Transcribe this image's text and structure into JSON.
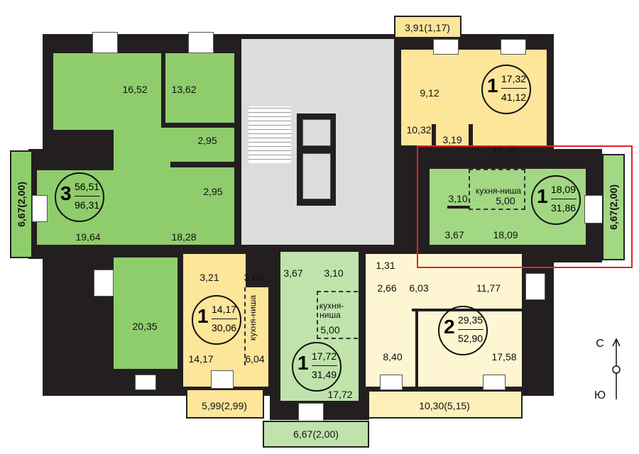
{
  "apartments": [
    {
      "rooms": "3",
      "living": "56,51",
      "total": "96,31"
    },
    {
      "rooms": "1",
      "living": "17,32",
      "total": "41,12"
    },
    {
      "rooms": "1",
      "living": "18,09",
      "total": "31,86"
    },
    {
      "rooms": "1",
      "living": "14,17",
      "total": "30,06"
    },
    {
      "rooms": "1",
      "living": "17,72",
      "total": "31,49"
    },
    {
      "rooms": "2",
      "living": "29,35",
      "total": "52,90"
    }
  ],
  "rooms": {
    "r1652": "16,52",
    "r1362": "13,62",
    "r295a": "2,95",
    "r295b": "2,95",
    "r1964": "19,64",
    "r1828": "18,28",
    "r2035": "20,35",
    "r912": "9,12",
    "r1032": "10,32",
    "r319": "3,19",
    "r1732": "17,32",
    "r310a": "3,10",
    "kitchen_niche": "кухня-ниша",
    "r500a": "5,00",
    "r367a": "3,67",
    "r1809": "18,09",
    "r321": "3,21",
    "r365": "3,65",
    "r1417": "14,17",
    "r604": "6,04",
    "r367b": "3,67",
    "r310b": "3,10",
    "kitchen_niche_2a": "кухня-",
    "kitchen_niche_2b": "ниша",
    "r500b": "5,00",
    "r1772": "17,72",
    "r131": "1,31",
    "r266": "2,66",
    "r603": "6,03",
    "r1177": "11,77",
    "r840": "8,40",
    "r1758": "17,58"
  },
  "balconies": {
    "top": "3,91(1,17)",
    "left": "6,67(2,00)",
    "right": "6,67(2,00)",
    "bottom_left": "5,99(2,99)",
    "bottom_center": "6,67(2,00)",
    "bottom_right": "10,30(5,15)"
  },
  "compass": {
    "north": "С",
    "south": "Ю"
  },
  "highlight_color": "#e3202a"
}
